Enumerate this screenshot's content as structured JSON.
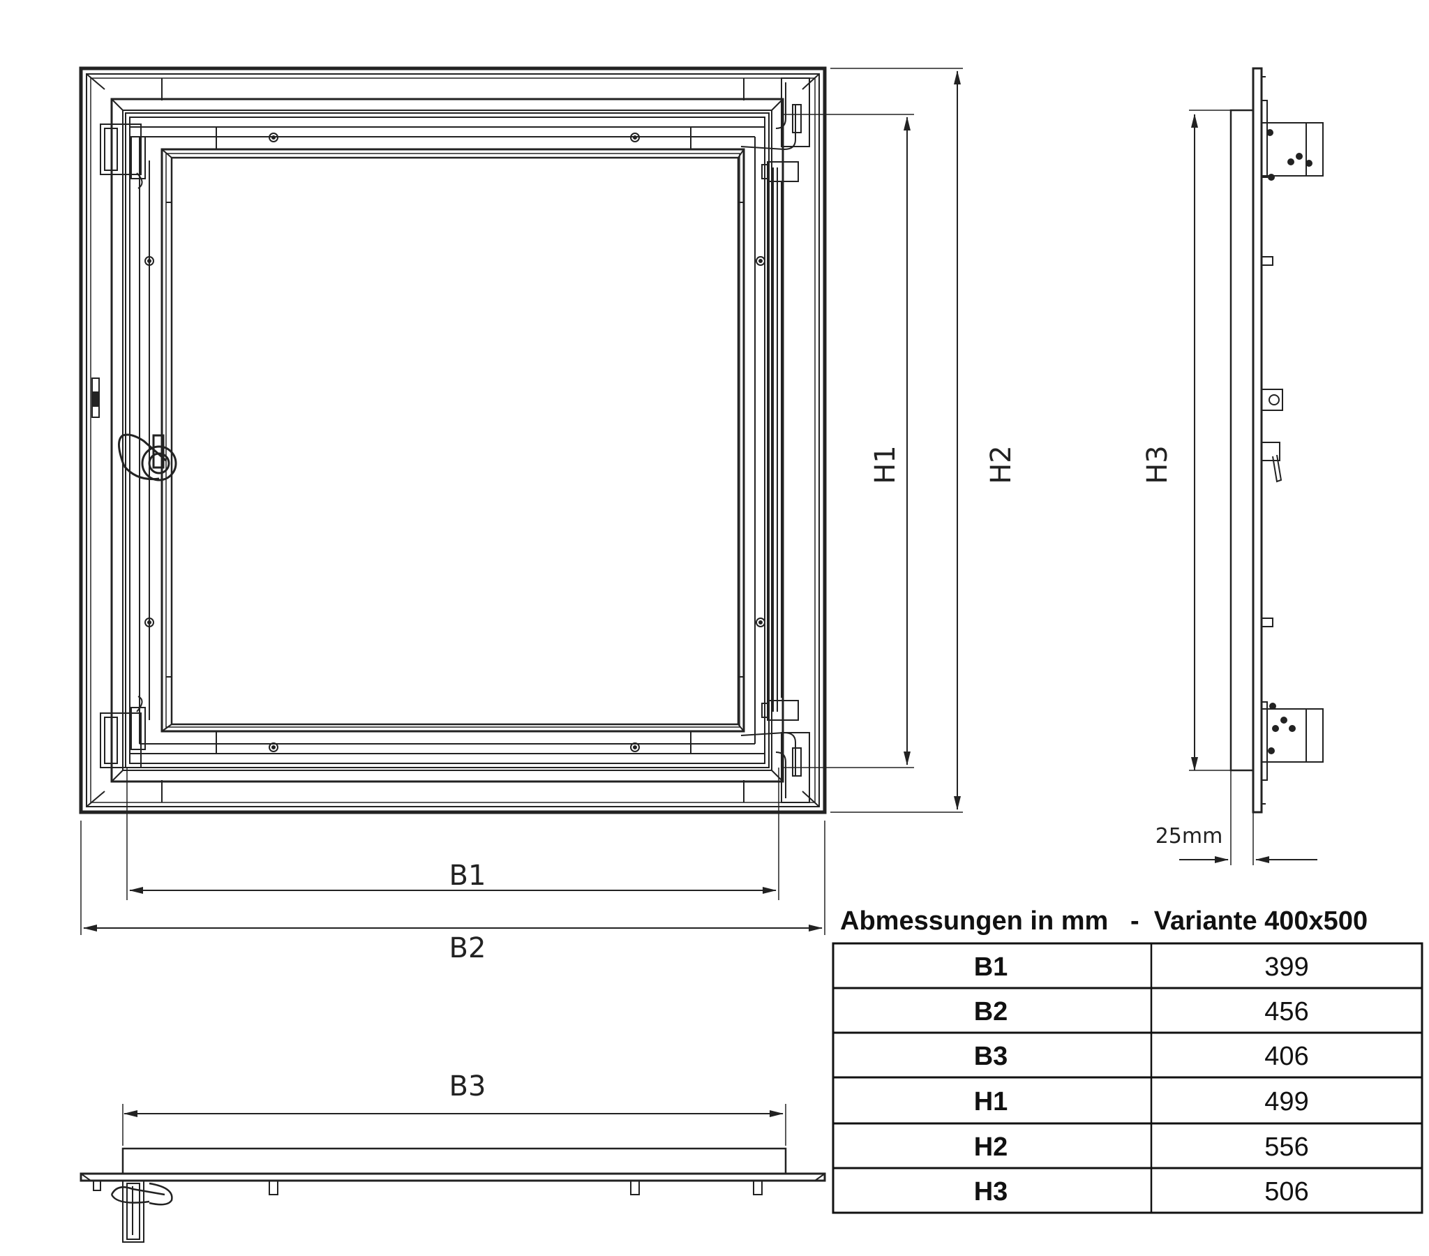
{
  "labels": {
    "b1": "B1",
    "b2": "B2",
    "b3": "B3",
    "h1": "H1",
    "h2": "H2",
    "h3": "H3",
    "depth": "25mm"
  },
  "table": {
    "title": "Abmessungen in mm   -  Variante 400x500",
    "rows": [
      {
        "key": "B1",
        "value": "399"
      },
      {
        "key": "B2",
        "value": "456"
      },
      {
        "key": "B3",
        "value": "406"
      },
      {
        "key": "H1",
        "value": "499"
      },
      {
        "key": "H2",
        "value": "556"
      },
      {
        "key": "H3",
        "value": "506"
      }
    ]
  }
}
